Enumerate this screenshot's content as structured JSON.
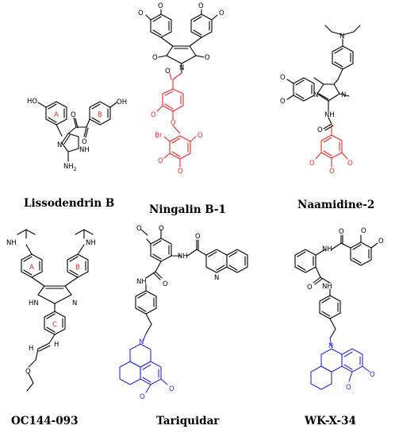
{
  "compounds": [
    {
      "name": "Lissodendrin B",
      "atoms": {
        "oh_a": "HO",
        "oh_b": "OH",
        "o1": "O",
        "o2": "O",
        "n_ring": "N",
        "nh_ring": "NH",
        "nh2": "NH",
        "nh2_sub": "2"
      },
      "ring_labels": {
        "a": "A",
        "b": "B"
      }
    },
    {
      "name": "Ningalin B-1",
      "atoms": {
        "ome1": "O",
        "ome2": "O",
        "ome3": "O",
        "ome4": "O",
        "o_imide1": "O",
        "o_imide2": "O",
        "n_imide": "N",
        "o_keto": "O",
        "o_meo": "O",
        "o_ether": "O",
        "br": "Br",
        "o_r1": "O",
        "o_r2": "O",
        "o_r3": "O"
      }
    },
    {
      "name": "Naamidine-2",
      "atoms": {
        "n_amine": "N",
        "ome1": "O",
        "ome2": "O",
        "n_ring": "N",
        "n_me": "N",
        "nh": "NH",
        "o_amide": "O",
        "o_r1": "O",
        "o_r2": "O",
        "o_r3": "O"
      }
    },
    {
      "name": "OC144-093",
      "atoms": {
        "nh_left": "NH",
        "nh_right": "NH",
        "hn_ring": "HN",
        "n_ring": "N",
        "h1": "H",
        "h2": "H",
        "o_ether": "O"
      },
      "ring_labels": {
        "a": "A",
        "b": "B",
        "c": "C"
      }
    },
    {
      "name": "Tariquidar",
      "atoms": {
        "o1": "O",
        "o2": "O",
        "nh1": "NH",
        "o_amide1": "O",
        "o_amide2": "O",
        "nh2": "NH",
        "n_quin": "N",
        "n_thiq": "N",
        "o3": "O",
        "o4": "O"
      }
    },
    {
      "name": "WK-X-34",
      "atoms": {
        "o1": "O",
        "o2": "O",
        "nh1": "NH",
        "o_amide1": "O",
        "o_amide2": "O",
        "nh2": "NH",
        "n_thiq": "N",
        "o3": "O",
        "o4": "O"
      }
    }
  ],
  "colors": {
    "highlight_red": "#e8292b",
    "highlight_blue": "#2b2bd6",
    "bond": "#000000"
  }
}
